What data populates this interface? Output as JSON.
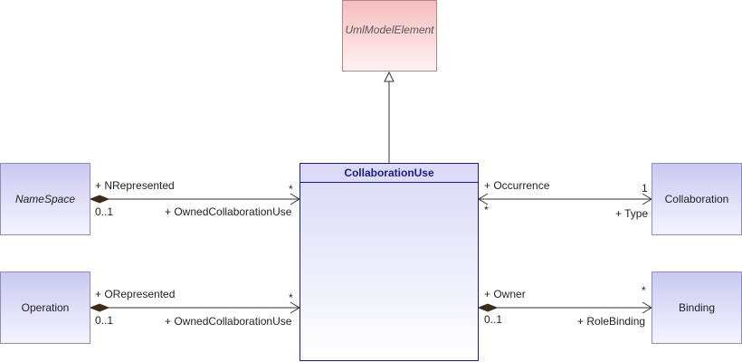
{
  "boxes": {
    "uml_model_element": "UmlModelElement",
    "collaboration_use": "CollaborationUse",
    "namespace": "NameSpace",
    "operation": "Operation",
    "collaboration": "Collaboration",
    "binding": "Binding"
  },
  "associations": {
    "namespace": {
      "role_left": "+ NRepresented",
      "mult_left": "0..1",
      "mult_right": "*",
      "role_right": "+ OwnedCollaborationUse"
    },
    "operation": {
      "role_left": "+ ORepresented",
      "mult_left": "0..1",
      "mult_right": "*",
      "role_right": "+ OwnedCollaborationUse"
    },
    "collaboration": {
      "role_left": "+ Occurrence",
      "mult_left": "*",
      "mult_right": "1",
      "role_right": "+ Type"
    },
    "binding": {
      "role_left": "+ Owner",
      "mult_left": "0..1",
      "mult_right": "*",
      "role_right": "+ RoleBinding"
    }
  }
}
